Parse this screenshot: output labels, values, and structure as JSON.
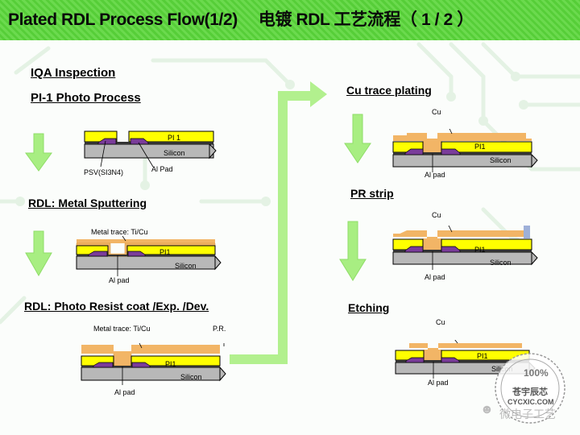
{
  "title": "Plated RDL Process Flow(1/2)　 电镀 RDL 工艺流程（ 1 / 2 ）",
  "steps": {
    "iqa": "IQA Inspection",
    "pi1": "PI-1 Photo Process",
    "sputter": "RDL: Metal Sputtering",
    "photoresist": "RDL: Photo Resist coat /Exp. /Dev.",
    "cu_plating": "Cu trace plating",
    "pr_strip": "PR strip",
    "etching": "Etching"
  },
  "labels": {
    "pi_1": "PI 1",
    "pi1": "PI1",
    "silicon": "Silicon",
    "al_pad": "Al Pad",
    "al_pad_lower": "Al pad",
    "psv": "PSV(SI3N4)",
    "metal_trace": "Metal trace: Ti/Cu",
    "pr": "P.R.",
    "cu": "Cu"
  },
  "watermark": {
    "percent": "100%",
    "company": "苍宇辰芯",
    "url": "CYCXIC.COM",
    "wechat": "微电子工艺"
  },
  "colors": {
    "banner": "#5ad63a",
    "pi": "#ffff00",
    "silicon": "#b8b8b8",
    "al_pad": "#7a3c9a",
    "metal": "#f2b566",
    "arrow": "#a8ee82"
  }
}
